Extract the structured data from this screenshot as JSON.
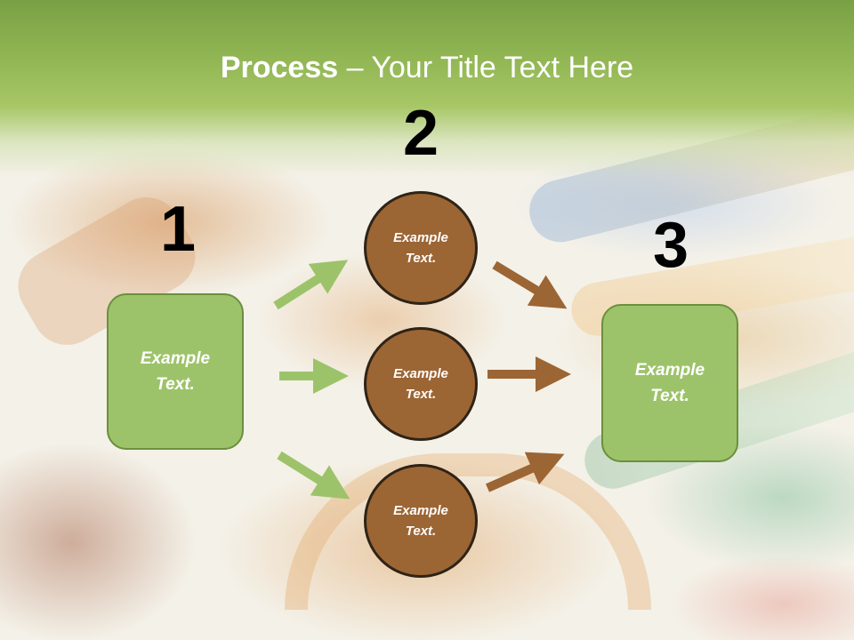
{
  "slide": {
    "title_bold": "Process",
    "title_rest": " – Your Title Text Here"
  },
  "steps": {
    "one": "1",
    "two": "2",
    "three": "3"
  },
  "left_box": {
    "text": "Example\nText."
  },
  "circles": [
    {
      "text": "Example\nText."
    },
    {
      "text": "Example\nText."
    },
    {
      "text": "Example\nText."
    }
  ],
  "right_box": {
    "text": "Example\nText."
  },
  "colors": {
    "green_fill": "#9dc36a",
    "brown_fill": "#9c6534",
    "green_arrow": "#9dc36a",
    "brown_arrow": "#9c6534",
    "header": "#8fb452"
  }
}
